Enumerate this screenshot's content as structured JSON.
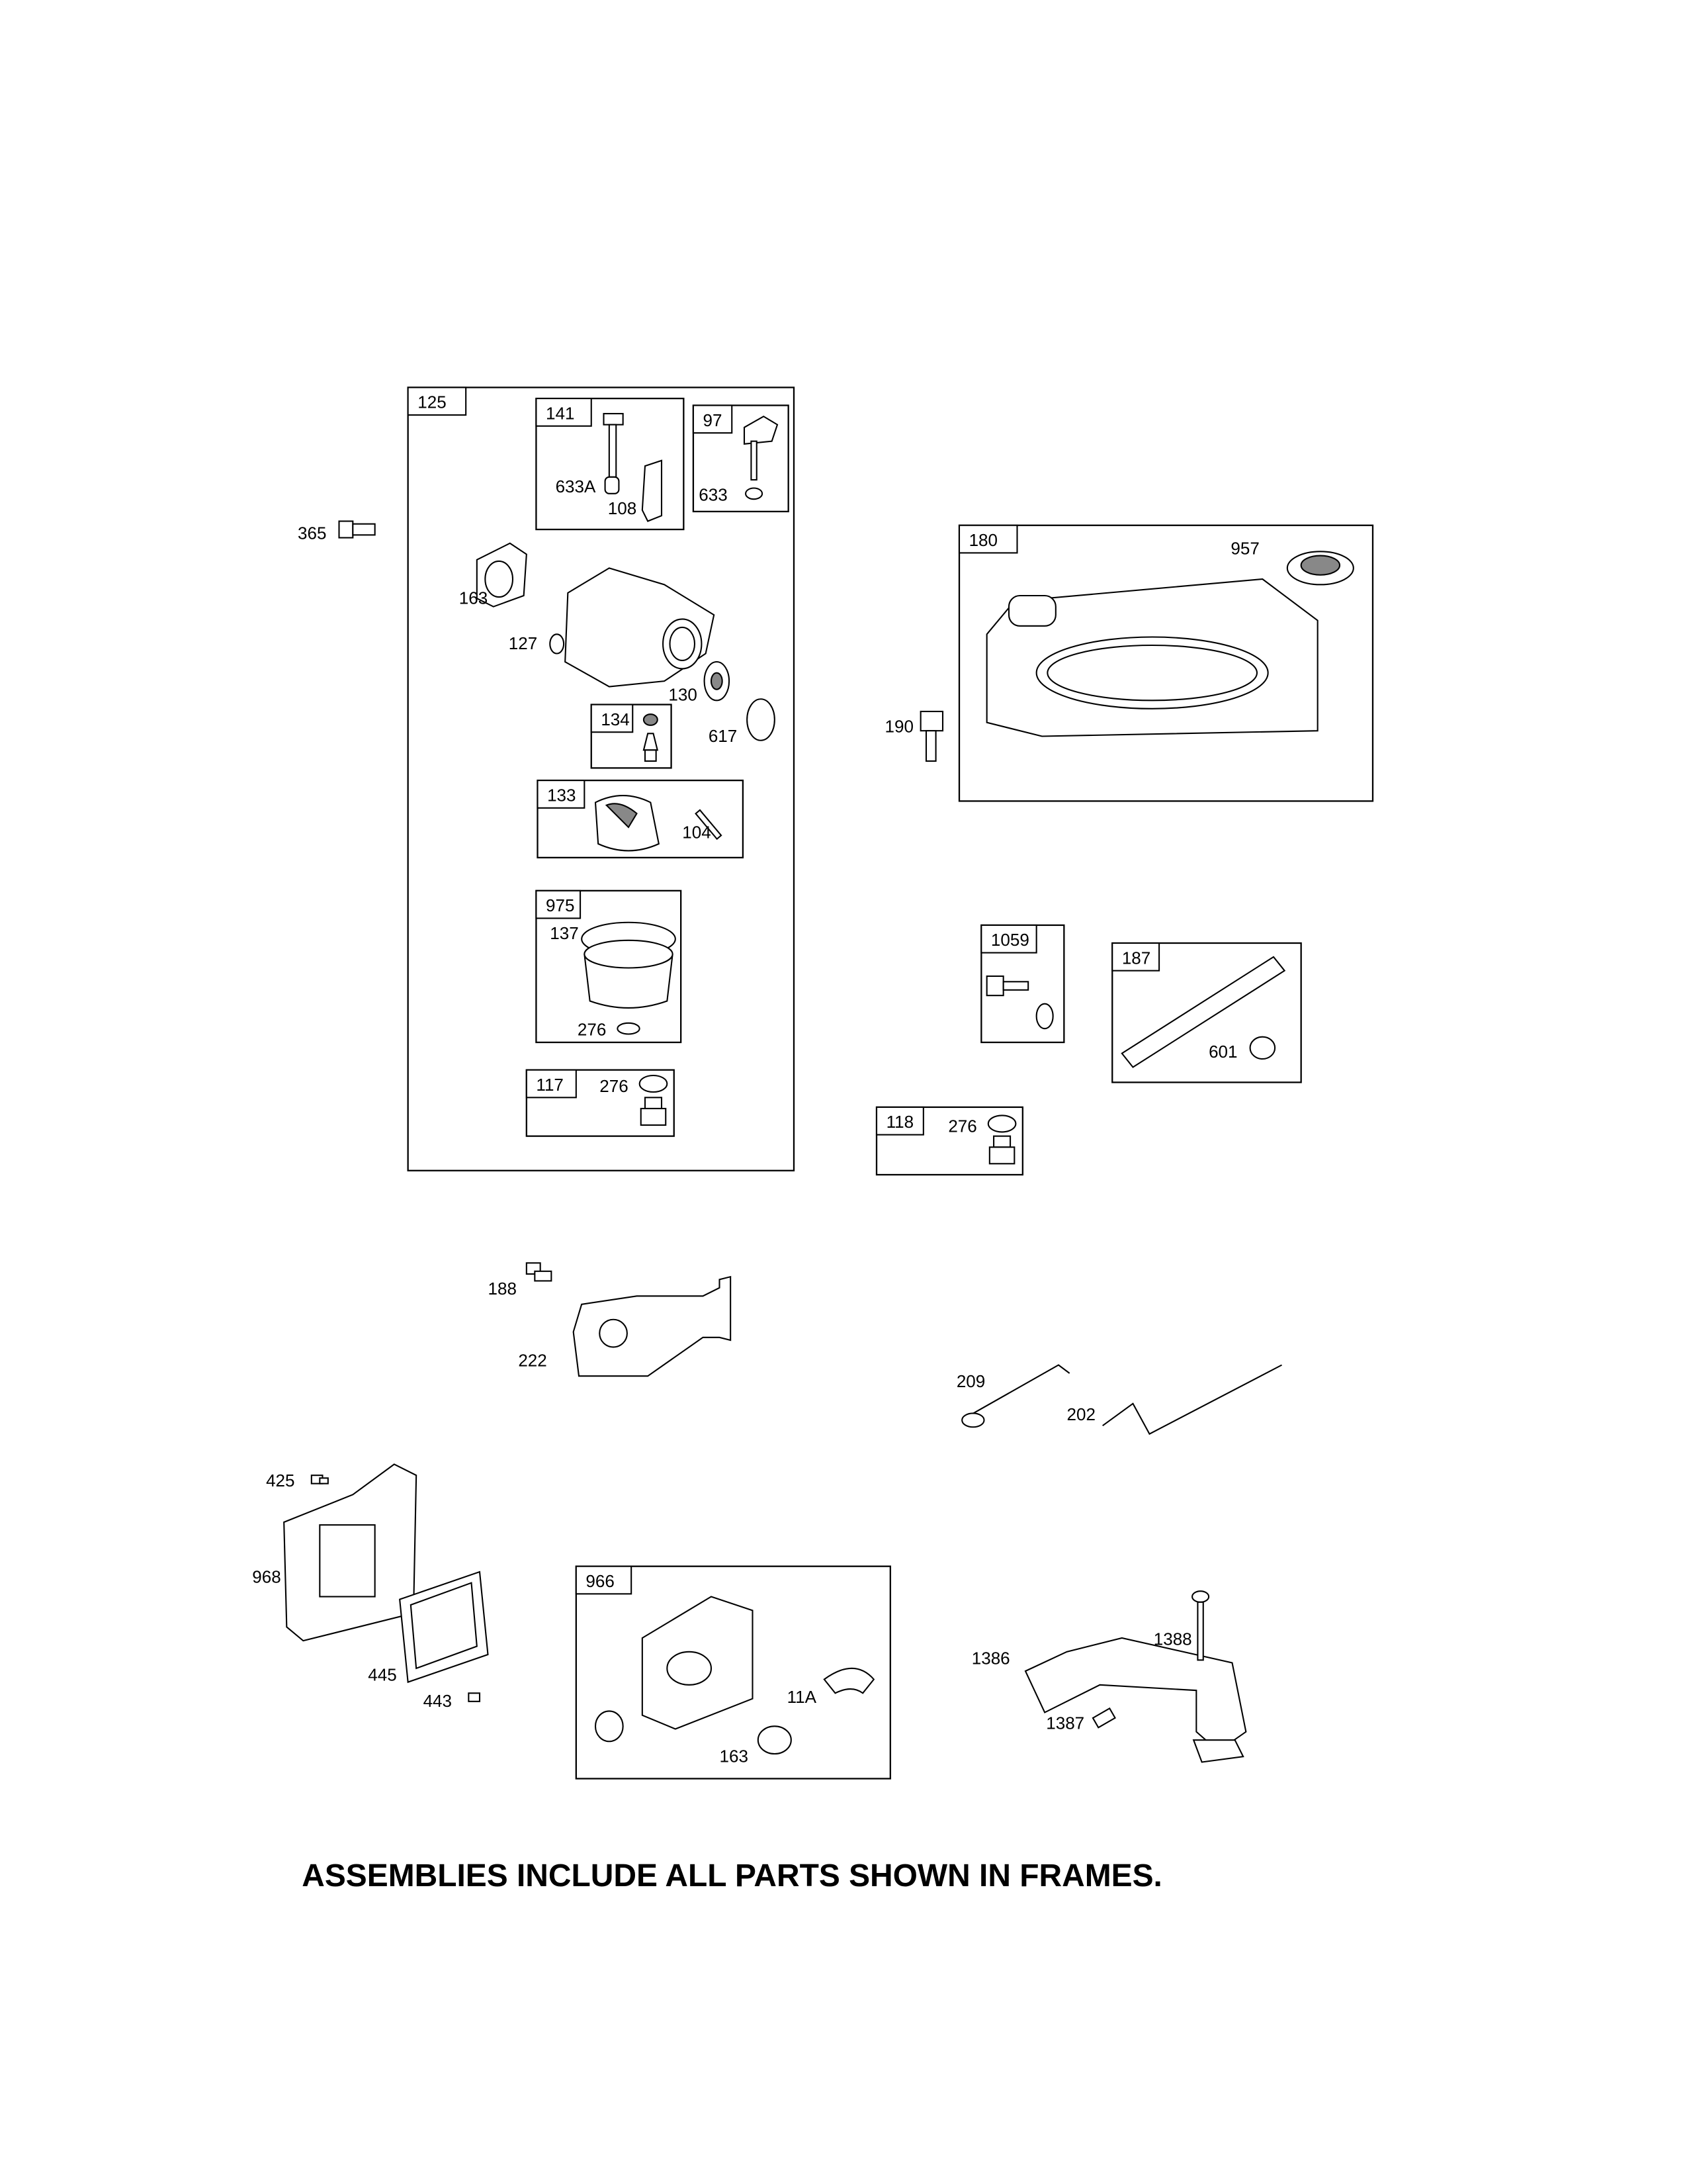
{
  "frames": [
    {
      "label": "125"
    },
    {
      "label": "141"
    },
    {
      "label": "97"
    },
    {
      "label": "134"
    },
    {
      "label": "133"
    },
    {
      "label": "975"
    },
    {
      "label": "117"
    },
    {
      "label": "180"
    },
    {
      "label": "1059"
    },
    {
      "label": "187"
    },
    {
      "label": "118"
    },
    {
      "label": "966"
    }
  ],
  "callouts": [
    "365",
    "163",
    "127",
    "130",
    "617",
    "104",
    "137",
    "276",
    "276",
    "633A",
    "108",
    "633",
    "957",
    "190",
    "601",
    "276",
    "188",
    "222",
    "209",
    "202",
    "425",
    "968",
    "445",
    "443",
    "11A",
    "163",
    "1386",
    "1388",
    "1387"
  ],
  "footer": "ASSEMBLIES INCLUDE ALL PARTS SHOWN IN FRAMES."
}
